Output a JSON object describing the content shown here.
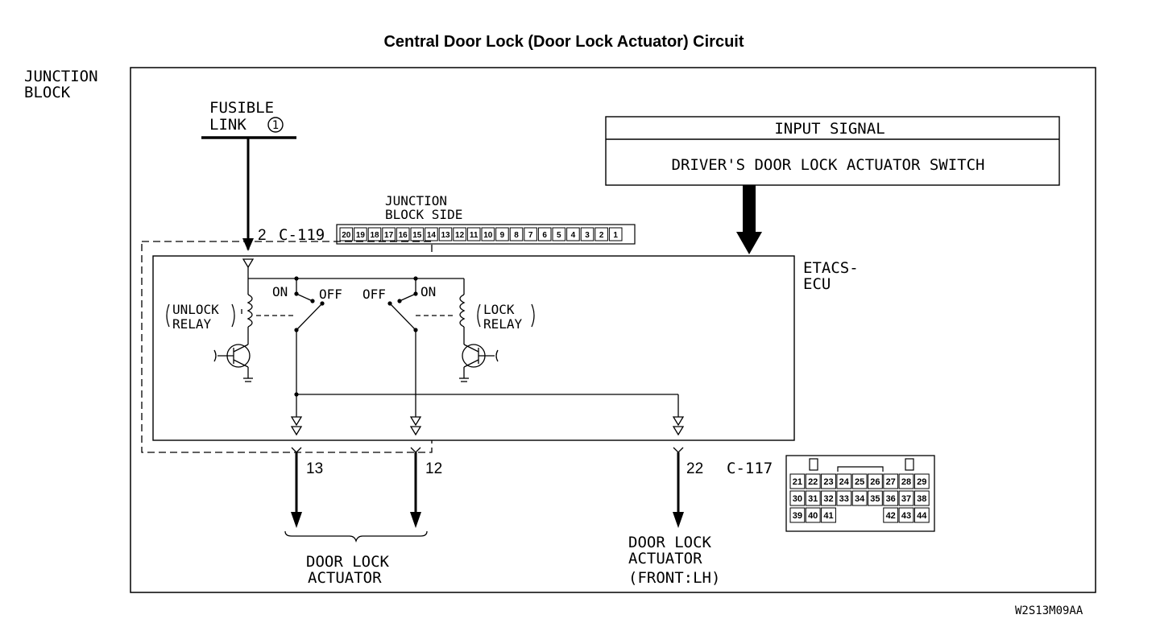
{
  "title": "Central Door Lock (Door Lock Actuator) Circuit",
  "junction_block": {
    "line1": "JUNCTION",
    "line2": "BLOCK"
  },
  "fusible_link": {
    "line1": "FUSIBLE",
    "line2": "LINK",
    "number": "1"
  },
  "input_signal": {
    "header": "INPUT SIGNAL",
    "body": "DRIVER'S DOOR LOCK ACTUATOR SWITCH"
  },
  "connector_c119": {
    "pin": "2",
    "name": "C-119",
    "side_label_line1": "JUNCTION",
    "side_label_line2": "BLOCK SIDE",
    "pins": [
      "20",
      "19",
      "18",
      "17",
      "16",
      "15",
      "14",
      "13",
      "12",
      "11",
      "10",
      "9",
      "8",
      "7",
      "6",
      "5",
      "4",
      "3",
      "2",
      "1"
    ]
  },
  "ecu": {
    "line1": "ETACS-",
    "line2": "ECU"
  },
  "unlock_relay": {
    "line1": "UNLOCK",
    "line2": "RELAY",
    "on": "ON",
    "off": "OFF"
  },
  "lock_relay": {
    "line1": "LOCK",
    "line2": "RELAY",
    "on": "ON",
    "off": "OFF"
  },
  "outputs": {
    "pin13": "13",
    "pin12": "12",
    "pin22": "22",
    "connector_c117": "C-117",
    "actuator_label_line1": "DOOR LOCK",
    "actuator_label_line2": "ACTUATOR",
    "front_lh_line1": "DOOR LOCK",
    "front_lh_line2": "ACTUATOR",
    "front_lh_line3": "(FRONT:LH)"
  },
  "connector_c117_pins": {
    "row1": [
      "21",
      "22",
      "23",
      "24",
      "25",
      "26",
      "27",
      "28",
      "29"
    ],
    "row2": [
      "30",
      "31",
      "32",
      "33",
      "34",
      "35",
      "36",
      "37",
      "38"
    ],
    "row3": [
      "39",
      "40",
      "41",
      "",
      "",
      "",
      "42",
      "43",
      "44"
    ]
  },
  "figure_code": "W2S13M09AA"
}
